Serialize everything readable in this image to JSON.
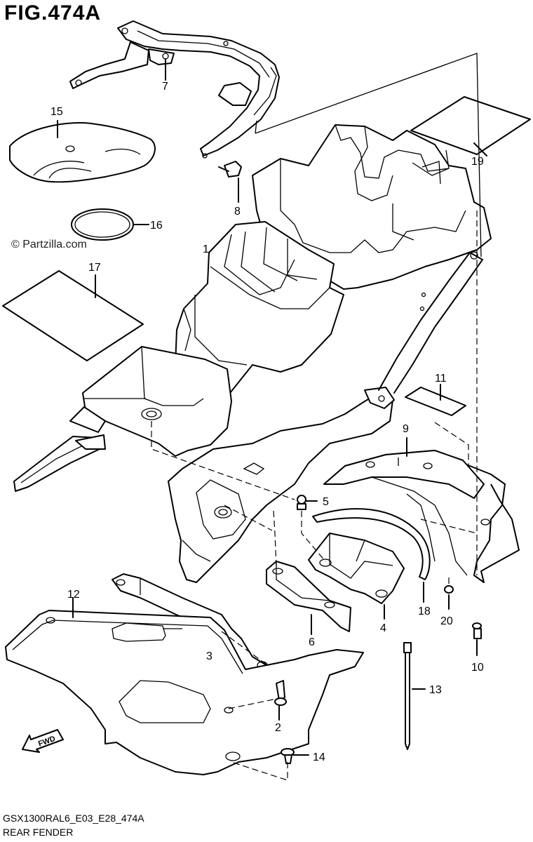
{
  "figure": {
    "title": "FIG.474A",
    "watermark": "© Partzilla.com",
    "diagram_code": "GSX1300RAL6_E03_E28_474A",
    "diagram_name": "REAR FENDER",
    "direction_badge": "FWD",
    "direction_icon": "fwd-arrow-icon"
  },
  "callouts": [
    {
      "id": "c1",
      "label": "1"
    },
    {
      "id": "c2",
      "label": "2"
    },
    {
      "id": "c3",
      "label": "3"
    },
    {
      "id": "c4",
      "label": "4"
    },
    {
      "id": "c5",
      "label": "5"
    },
    {
      "id": "c6",
      "label": "6"
    },
    {
      "id": "c7",
      "label": "7"
    },
    {
      "id": "c8",
      "label": "8"
    },
    {
      "id": "c9",
      "label": "9"
    },
    {
      "id": "c10",
      "label": "10"
    },
    {
      "id": "c11",
      "label": "11"
    },
    {
      "id": "c12",
      "label": "12"
    },
    {
      "id": "c13",
      "label": "13"
    },
    {
      "id": "c14",
      "label": "14"
    },
    {
      "id": "c15",
      "label": "15"
    },
    {
      "id": "c16",
      "label": "16"
    },
    {
      "id": "c17",
      "label": "17"
    },
    {
      "id": "c18",
      "label": "18"
    },
    {
      "id": "c19",
      "label": "19"
    },
    {
      "id": "c20",
      "label": "20"
    }
  ]
}
